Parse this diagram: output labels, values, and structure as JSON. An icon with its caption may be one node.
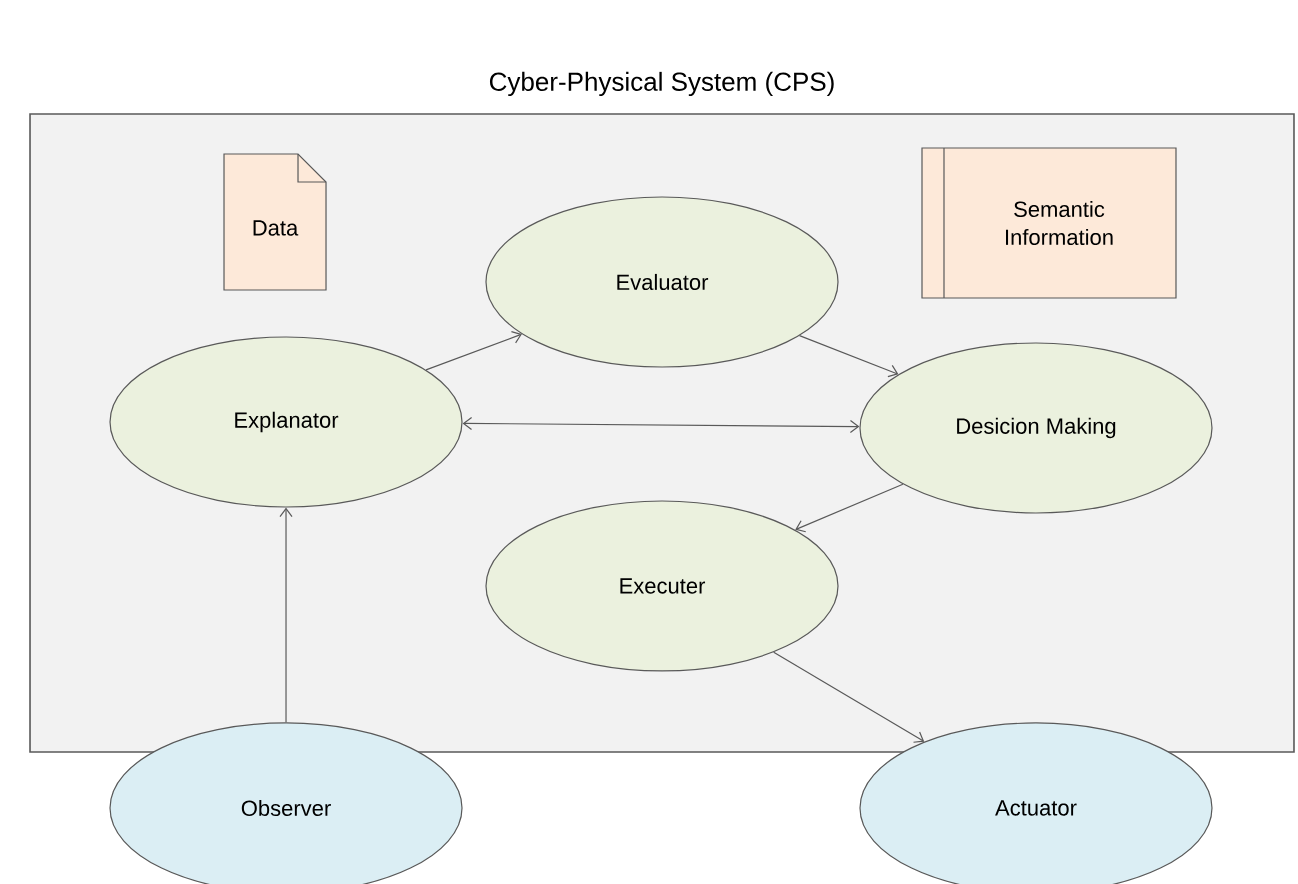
{
  "diagram": {
    "nodes": [
      {
        "text": [
          "Cyber-Physical System (CPS)"
        ]
      },
      {
        "text": [
          "Data"
        ],
        "in": 0
      },
      {
        "text": [
          "Semantic Information"
        ],
        "in": 0
      },
      {
        "text": [
          "Evaluator"
        ],
        "in": 0
      },
      {
        "text": [
          "Explanator"
        ],
        "in": 0
      },
      {
        "text": [
          "Desicion Making"
        ],
        "in": 0
      },
      {
        "text": [
          "Executer"
        ],
        "in": 0
      },
      {
        "text": [
          "Observer"
        ]
      },
      {
        "text": [
          "Actuator"
        ]
      }
    ],
    "edges": [
      {
        "from": 4,
        "to": 3,
        "arrow": "to"
      },
      {
        "from": 3,
        "to": 5,
        "arrow": "to"
      },
      {
        "from": 4,
        "to": 5,
        "arrow": "both"
      },
      {
        "from": 5,
        "to": 6,
        "arrow": "to"
      },
      {
        "from": 7,
        "to": 4,
        "arrow": "to"
      },
      {
        "from": 6,
        "to": 8,
        "arrow": "to"
      }
    ]
  }
}
